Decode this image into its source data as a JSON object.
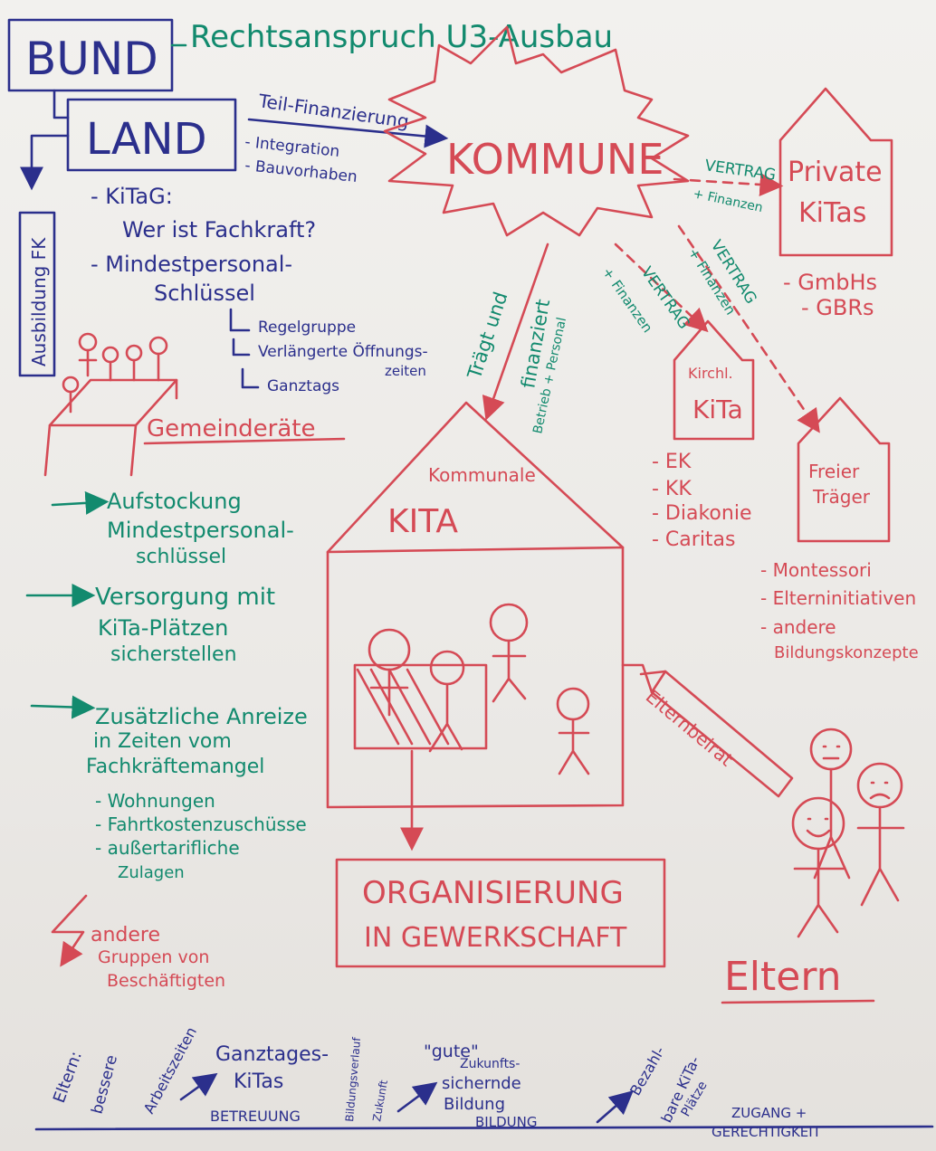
{
  "colors": {
    "paper": "#efeeeb",
    "blue_marker": "#2b2f8c",
    "red_marker": "#d54a55",
    "green_marker": "#128a6e"
  },
  "header": {
    "bund": "BUND",
    "rechtsanspruch": "Rechtsanspruch U3-Ausbau"
  },
  "land": {
    "label": "LAND",
    "teilfinanzierung": "Teil-Finanzierung",
    "integration": "- Integration",
    "bauvorhaben": "- Bauvorhaben",
    "ausbildung_fk": "Ausbildung FK",
    "kitag": "- KiTaG:",
    "wer_fachkraft": "Wer ist Fachkraft?",
    "mindestpersonal": "- Mindestpersonal-",
    "schluessel": "Schlüssel",
    "regelgruppe": "Regelgruppe",
    "oeffnungszeiten": "Verlängerte Öffnungs-",
    "zeiten": "zeiten",
    "ganztags": "Ganztags"
  },
  "kommune": {
    "label": "KOMMUNE",
    "vertrag_top": "VERTRAG",
    "finanzen_top": "+ Finanzen",
    "vertrag_mid": "VERTRAG",
    "finanzen_mid": "+ Finanzen",
    "vertrag_low": "VERTRAG",
    "finanzen_low": "+ Finanzen",
    "traegt": "Trägt und",
    "finanziert": "finanziert",
    "betrieb": "Betrieb + Personal"
  },
  "private_kitas": {
    "line1": "Private",
    "line2": "KiTas",
    "gmbhs": "- GmbHs",
    "gbrs": "- GBRs"
  },
  "kirchl_kita": {
    "line1": "Kirchl.",
    "line2": "KiTa",
    "items": [
      "- EK",
      "- KK",
      "- Diakonie",
      "- Caritas"
    ]
  },
  "freier_traeger": {
    "line1": "Freier",
    "line2": "Träger",
    "items": [
      "- Montessori",
      "- Elterninitiativen",
      "- andere",
      "Bildungskonzepte"
    ]
  },
  "gemeinderaete": "Gemeinderäte",
  "left_goals": [
    {
      "line1": "Aufstockung",
      "line2": "Mindestpersonal-",
      "line3": "schlüssel"
    },
    {
      "line1": "Versorgung mit",
      "line2": "KiTa-Plätzen",
      "line3": "sicherstellen"
    },
    {
      "line1": "Zusätzliche Anreize",
      "line2": "in Zeiten vom",
      "line3": "Fachkräftemangel"
    }
  ],
  "anreize_items": [
    "- Wohnungen",
    "- Fahrtkostenzuschüsse",
    "- außertarifliche",
    "Zulagen"
  ],
  "andere_gruppen": {
    "line1": "andere",
    "line2": "Gruppen von",
    "line3": "Beschäftigten"
  },
  "kommunale_kita": {
    "kommunale": "Kommunale",
    "kita": "KITA"
  },
  "elternbeirat": "Elternbeirat",
  "organisierung": {
    "line1": "ORGANISIERUNG",
    "line2": "IN GEWERKSCHAFT"
  },
  "eltern": "Eltern",
  "footer": {
    "eltern_label": "Eltern:",
    "bessere": "bessere",
    "arbeitszeiten": "Arbeitszeiten",
    "ganztages": "Ganztages-",
    "kitas": "KiTas",
    "betreuung": "BETREUUNG",
    "bildungsverlauf": "Bildungsverlauf",
    "zukunft": "Zukunft",
    "gute": "\"gute\"",
    "zukunfts": "Zukunfts-",
    "sichernde": "sichernde",
    "bildung_small": "Bildung",
    "bildung": "BILDUNG",
    "bezahlbare": "Bezahl-",
    "bare_kita": "bare KiTa-",
    "plaetze": "Plätze",
    "zugang": "ZUGANG +",
    "gerechtigkeit": "GERECHTIGKEIT"
  }
}
